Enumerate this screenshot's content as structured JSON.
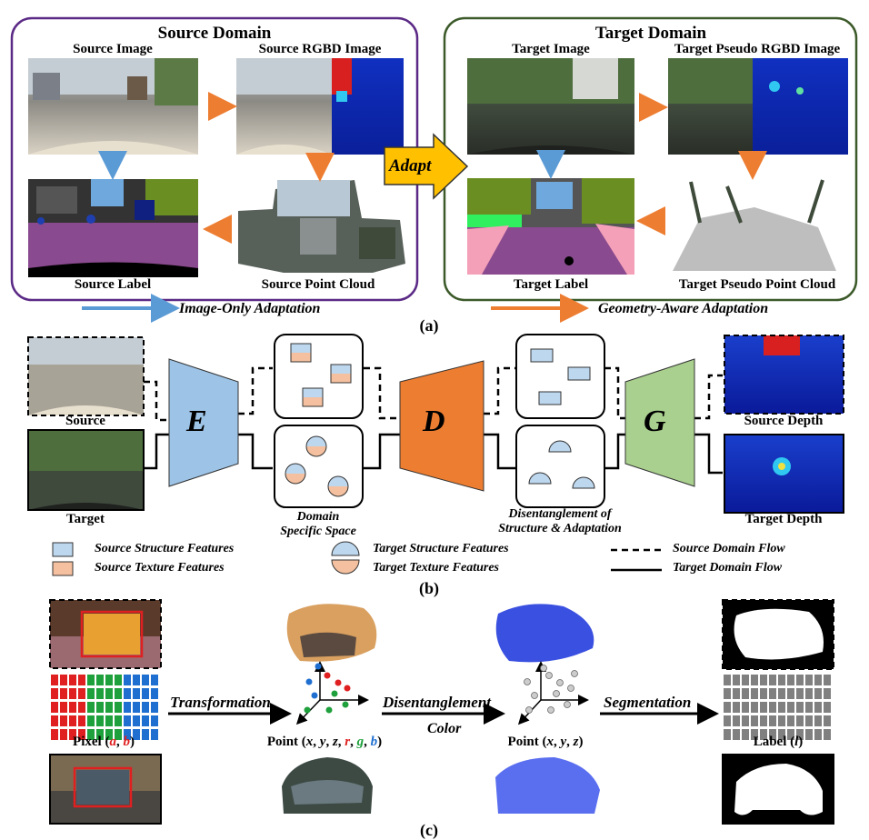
{
  "panel_a": {
    "source_domain_title": "Source Domain",
    "target_domain_title": "Target Domain",
    "source_image": "Source Image",
    "source_rgbd": "Source RGBD Image",
    "source_label": "Source Label",
    "source_point_cloud": "Source Point Cloud",
    "target_image": "Target Image",
    "target_pseudo_rgbd": "Target Pseudo RGBD Image",
    "target_label": "Target Label",
    "target_pseudo_point_cloud": "Target Pseudo Point Cloud",
    "adapt": "Adapt",
    "image_only": "Image-Only Adaptation",
    "geometry_aware": "Geometry-Aware Adaptation",
    "caption": "(a)"
  },
  "panel_b": {
    "source": "Source",
    "target": "Target",
    "encoder": "E",
    "decoder": "D",
    "generator": "G",
    "domain_specific_line1": "Domain",
    "domain_specific_line2": "Specific Space",
    "disentangle_line1": "Disentanglement of",
    "disentangle_line2": "Structure & Adaptation",
    "source_depth": "Source Depth",
    "target_depth": "Target Depth",
    "legend": {
      "source_structure": "Source Structure Features",
      "source_texture": "Source Texture Features",
      "target_structure": "Target Structure Features",
      "target_texture": "Target Texture Features",
      "source_flow": "Source Domain Flow",
      "target_flow": "Target Domain Flow"
    },
    "caption": "(b)"
  },
  "panel_c": {
    "transformation": "Transformation",
    "disentanglement": "Disentanglement",
    "color": "Color",
    "segmentation": "Segmentation",
    "pixel_prefix": "Pixel (",
    "pixel_a": "a",
    "comma": ", ",
    "pixel_b": "b",
    "close": ")",
    "point_prefix": "Point (",
    "x": "x",
    "y": "y",
    "z": "z",
    "r": "r",
    "g": "g",
    "b": "b",
    "label_text": "Label (",
    "label_l": "l",
    "caption": "(c)"
  },
  "colors": {
    "source_frame": "#5b2a86",
    "target_frame": "#3c5a2a",
    "blue_arrow": "#5b9bd5",
    "orange_arrow": "#ed7d31",
    "encoder": "#9dc3e6",
    "decoder": "#ed7d31",
    "generator": "#a9d08e",
    "adapt_fill": "#ffc000",
    "red": "#e02020",
    "green": "#1ea03c",
    "blue": "#1f6fd0"
  }
}
